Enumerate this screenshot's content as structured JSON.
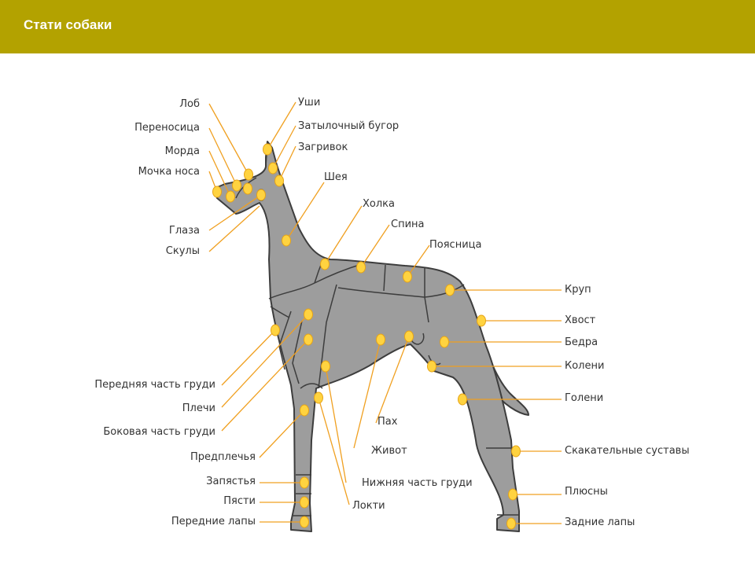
{
  "header": {
    "title": "Стати собаки"
  },
  "labels": {
    "lob": "Лоб",
    "perenosica": "Переносица",
    "morda": "Морда",
    "mochka": "Мочка носа",
    "glaza": "Глаза",
    "skuly": "Скулы",
    "ushi": "Уши",
    "zatylok": "Затылочный бугор",
    "zagrivok": "Загривок",
    "sheya": "Шея",
    "holka": "Холка",
    "spina": "Спина",
    "poyasnica": "Поясница",
    "krup": "Круп",
    "hvost": "Хвост",
    "bedra": "Бедра",
    "koleni": "Колени",
    "goleni": "Голени",
    "skakatelnye": "Скакательные суставы",
    "plusny": "Плюсны",
    "zadnie_lapy": "Задние лапы",
    "perednyaya_grud": "Передняя часть груди",
    "plechi": "Плечи",
    "bokovaya_grud": "Боковая часть груди",
    "predplechya": "Предплечья",
    "zapyastya": "Запястья",
    "pyasti": "Пясти",
    "perednie_lapy": "Передние лапы",
    "pah": "Пах",
    "zhivot": "Живот",
    "nizhnyaya_grud": "Нижняя часть груди",
    "lokti": "Локти"
  }
}
